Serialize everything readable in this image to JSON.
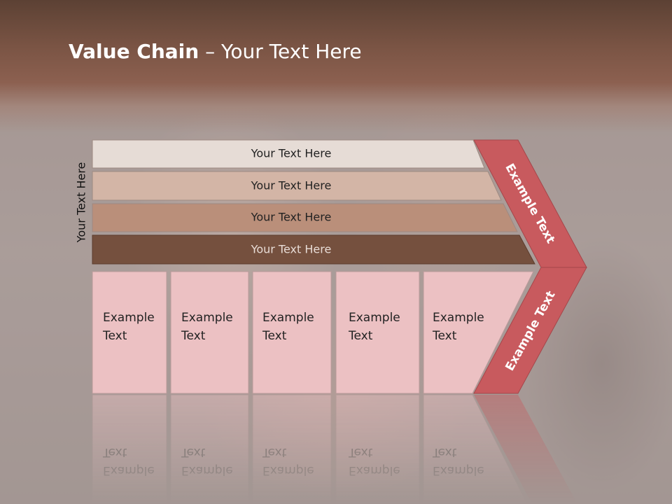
{
  "slide": {
    "title_bold": "Value Chain",
    "title_rest": " – Your Text Here",
    "side_label": "Your Text Here"
  },
  "bars": [
    {
      "label": "Your Text Here",
      "fill": "#e6dcd6",
      "text_color": "#222222"
    },
    {
      "label": "Your Text Here",
      "fill": "#d3b5a6",
      "text_color": "#222222"
    },
    {
      "label": "Your Text Here",
      "fill": "#ba8f7a",
      "text_color": "#222222"
    },
    {
      "label": "Your Text Here",
      "fill": "#75503e",
      "text_color": "#e8dcd6"
    }
  ],
  "boxes": [
    {
      "line1": "Example",
      "line2": "Text"
    },
    {
      "line1": "Example",
      "line2": "Text"
    },
    {
      "line1": "Example",
      "line2": "Text"
    },
    {
      "line1": "Example",
      "line2": "Text"
    },
    {
      "line1": "Example",
      "line2": "Text"
    }
  ],
  "chevron": {
    "upper_label": "Example Text",
    "lower_label": "Example Text",
    "color": "#c85a5e"
  },
  "colors": {
    "box_fill": "#ecc1c3",
    "box_stroke": "#b99a9a"
  }
}
